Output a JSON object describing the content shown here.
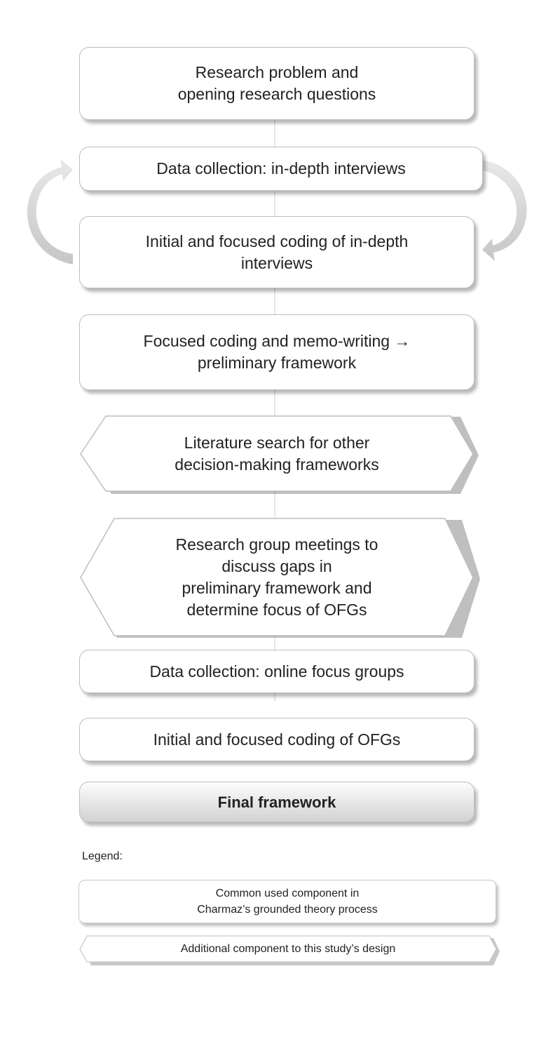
{
  "steps": [
    {
      "lines": [
        "Research problem and",
        "opening research questions"
      ]
    },
    {
      "lines": [
        "Data collection: in-depth interviews"
      ]
    },
    {
      "lines": [
        "Initial and focused coding of in-depth",
        "interviews"
      ]
    },
    {
      "lines": [
        "Focused coding and memo-writing →",
        "preliminary framework"
      ]
    },
    {
      "lines": [
        "Literature search for other",
        "decision-making frameworks"
      ]
    },
    {
      "lines": [
        "Research group meetings to",
        "discuss gaps in",
        "preliminary framework and",
        "determine focus of OFGs"
      ]
    },
    {
      "lines": [
        "Data collection: online focus groups"
      ]
    },
    {
      "lines": [
        "Initial and focused coding of OFGs"
      ]
    },
    {
      "lines": [
        "Final framework"
      ]
    }
  ],
  "legend": {
    "label": "Legend:",
    "common": [
      "Common used component in",
      "Charmaz’s grounded theory process"
    ],
    "additional": "Additional component to this study’s design"
  },
  "colors": {
    "border": "#bdbdbd",
    "arrow": "#d9d9d9",
    "connector": "#e6e6e6"
  }
}
